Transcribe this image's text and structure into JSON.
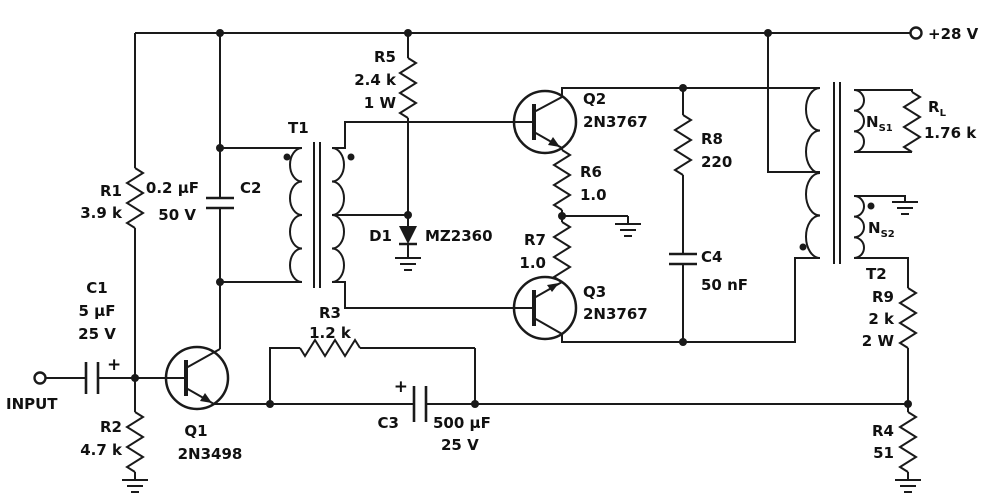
{
  "supply": {
    "label": "+28 V"
  },
  "input": {
    "label": "INPUT"
  },
  "components": {
    "r1": {
      "name": "R1",
      "value": "3.9 k"
    },
    "r2": {
      "name": "R2",
      "value": "4.7 k"
    },
    "r3": {
      "name": "R3",
      "value": "1.2 k"
    },
    "r4": {
      "name": "R4",
      "value": "51"
    },
    "r5": {
      "name": "R5",
      "value": "2.4 k",
      "power": "1 W"
    },
    "r6": {
      "name": "R6",
      "value": "1.0"
    },
    "r7": {
      "name": "R7",
      "value": "1.0"
    },
    "r8": {
      "name": "R8",
      "value": "220"
    },
    "r9": {
      "name": "R9",
      "value": "2 k",
      "power": "2 W"
    },
    "rl": {
      "base": "R",
      "sub": "L",
      "value": "1.76 k"
    },
    "c1": {
      "name": "C1",
      "value": "5 μF",
      "voltage": "25 V",
      "polarity": "+"
    },
    "c2": {
      "name": "C2",
      "value": "0.2 μF",
      "voltage": "50 V"
    },
    "c3": {
      "name": "C3",
      "value": "500 μF",
      "voltage": "25 V",
      "polarity": "+"
    },
    "c4": {
      "name": "C4",
      "value": "50 nF"
    },
    "d1": {
      "name": "D1",
      "part": "MZ2360"
    },
    "q1": {
      "name": "Q1",
      "part": "2N3498"
    },
    "q2": {
      "name": "Q2",
      "part": "2N3767"
    },
    "q3": {
      "name": "Q3",
      "part": "2N3767"
    },
    "t1": {
      "name": "T1"
    },
    "t2": {
      "name": "T2",
      "ns1_base": "N",
      "ns1_sub": "S1",
      "ns2_base": "N",
      "ns2_sub": "S2"
    }
  }
}
